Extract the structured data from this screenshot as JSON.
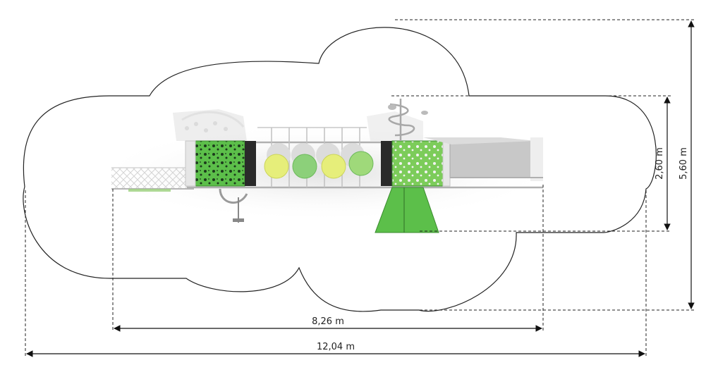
{
  "dimensions": {
    "total_length": "12,04 m",
    "equipment_length": "8,26 m",
    "total_width": "5,60 m",
    "equipment_width": "2,60 m"
  },
  "colors": {
    "outline": "#222222",
    "panel_green": "#5cbf4a",
    "panel_light_green": "#9fd97a",
    "disc_yellow": "#e6ee7a",
    "disc_green": "#8cd07a",
    "metal": "#b9b9b9",
    "slide": "#c8c8c8"
  }
}
